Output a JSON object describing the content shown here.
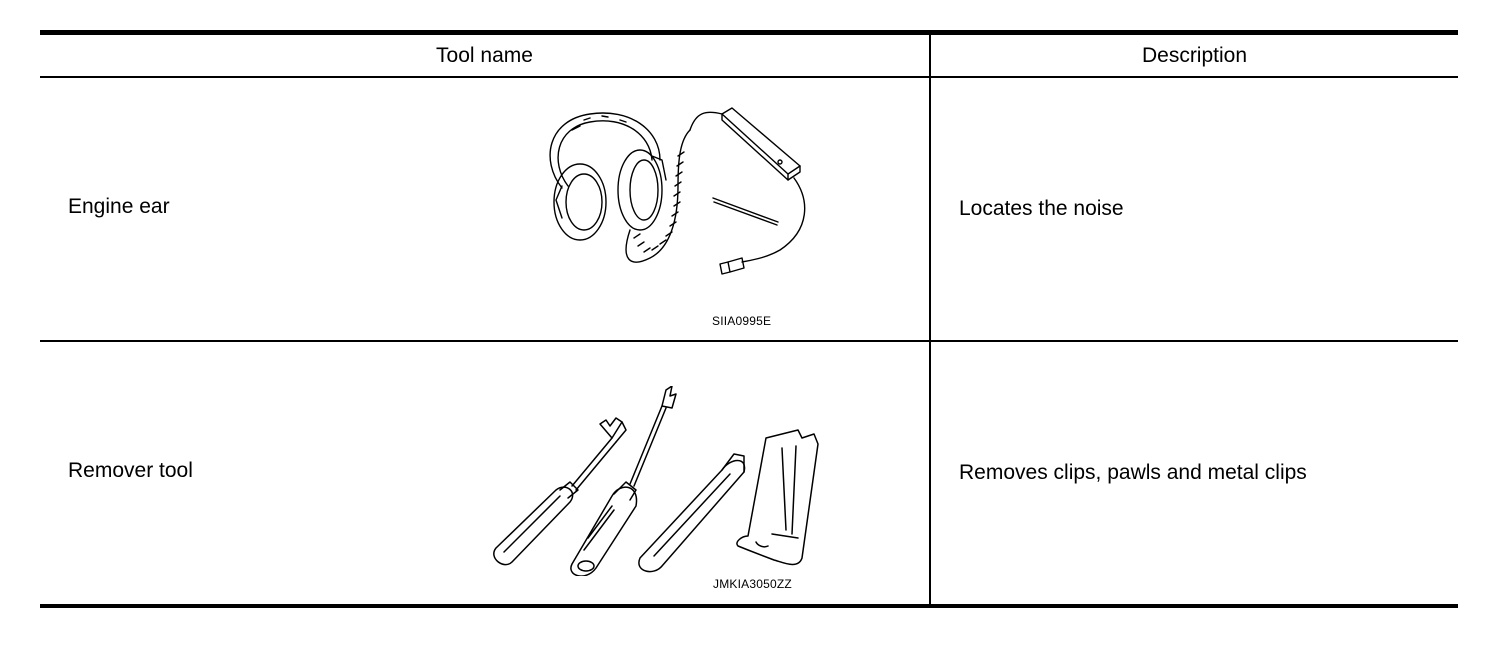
{
  "table": {
    "headers": {
      "tool_name": "Tool name",
      "description": "Description"
    },
    "rows": [
      {
        "tool_name": "Engine ear",
        "figure_code": "SIIA0995E",
        "description": "Locates the noise",
        "figure_icon": "engine-ear-stethoscope-icon"
      },
      {
        "tool_name": "Remover tool",
        "figure_code": "JMKIA3050ZZ",
        "description": "Removes clips, pawls and metal clips",
        "figure_icon": "remover-tool-set-icon"
      }
    ]
  }
}
